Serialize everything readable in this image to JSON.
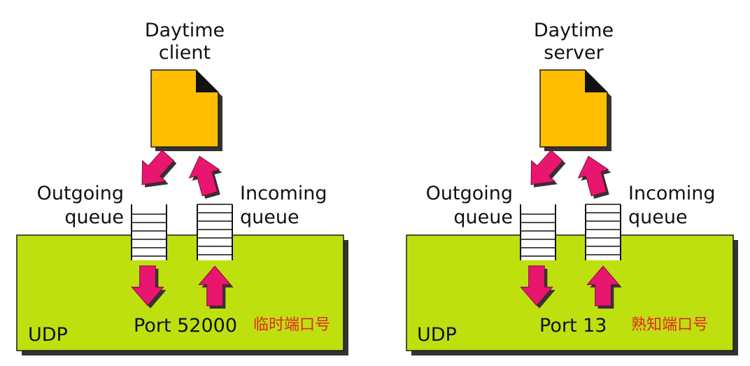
{
  "colors": {
    "udp_box": "#bfe00f",
    "document": "#ffbf00",
    "arrow": "#e8166e",
    "annotation": "#e8222a",
    "shadow": "#333333"
  },
  "icons": {
    "document": "document-icon",
    "arrow": "arrow-icon",
    "queue": "queue-icon"
  },
  "left": {
    "process_line1": "Daytime",
    "process_line2": "client",
    "outgoing_line1": "Outgoing",
    "outgoing_line2": "queue",
    "incoming_line1": "Incoming",
    "incoming_line2": "queue",
    "protocol": "UDP",
    "port": "Port 52000",
    "annotation": "临时端口号"
  },
  "right": {
    "process_line1": "Daytime",
    "process_line2": "server",
    "outgoing_line1": "Outgoing",
    "outgoing_line2": "queue",
    "incoming_line1": "Incoming",
    "incoming_line2": "queue",
    "protocol": "UDP",
    "port": "Port 13",
    "annotation": "熟知端口号"
  }
}
